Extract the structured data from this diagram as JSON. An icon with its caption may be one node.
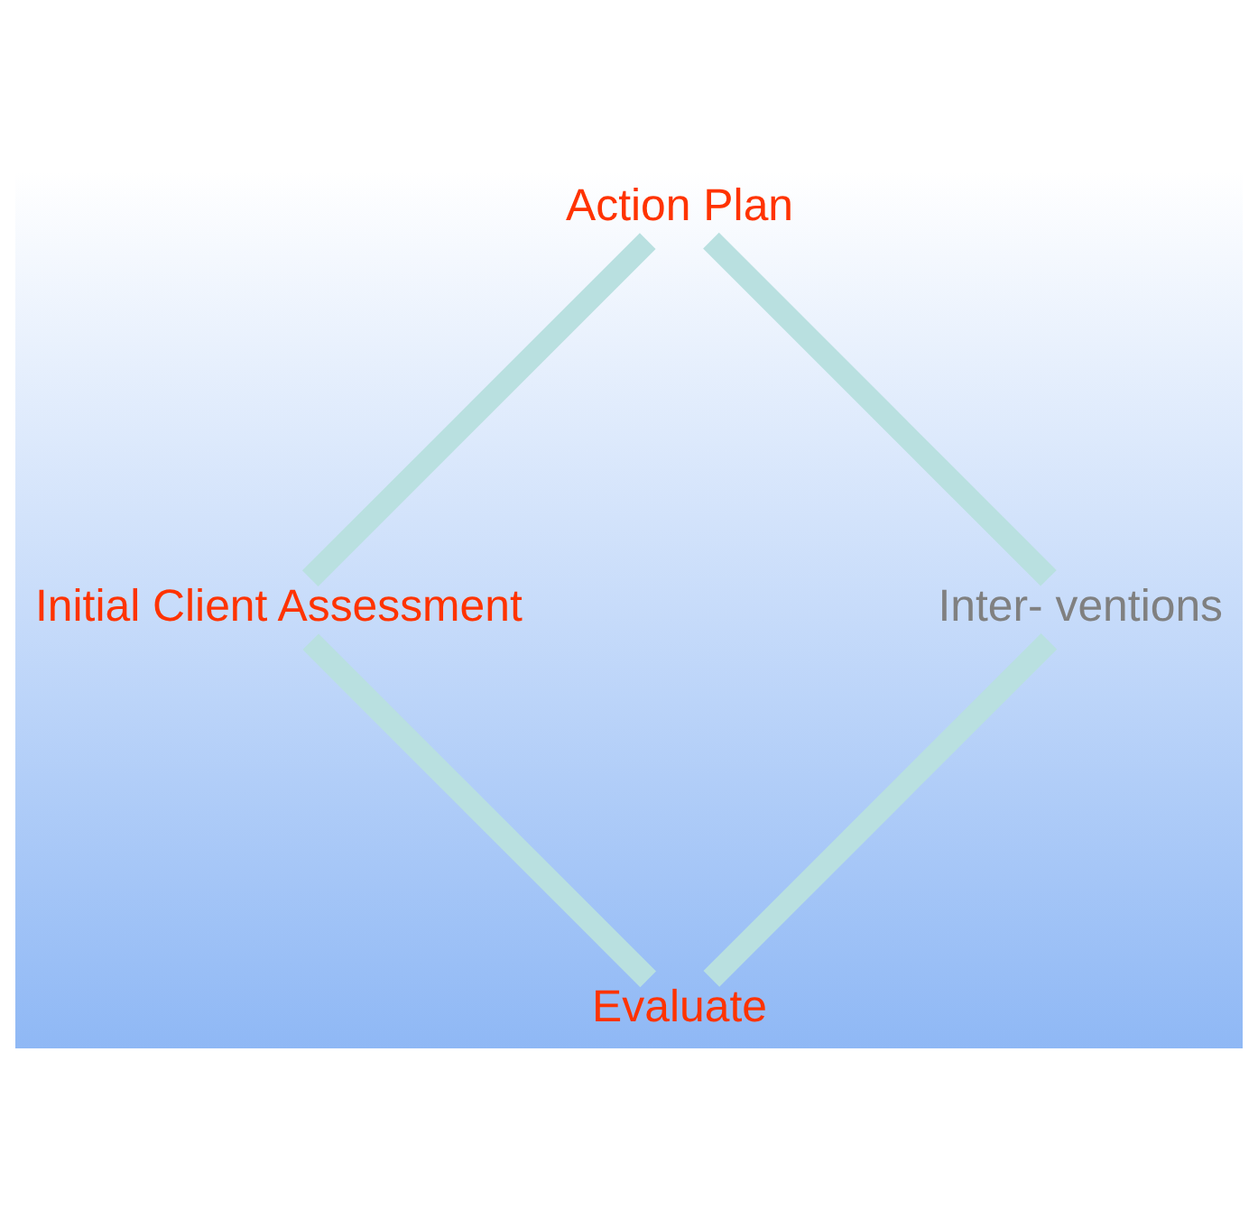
{
  "diagram": {
    "nodes": [
      {
        "text": [
          "Evaluate"
        ]
      },
      {
        "text": [
          "Initial Client Assessment"
        ]
      },
      {
        "text": [
          "Action Plan"
        ]
      },
      {
        "text": [
          "Inter- ventions"
        ]
      }
    ],
    "edges": [
      {
        "from": 0,
        "to": 1,
        "arrow": "none"
      },
      {
        "from": 1,
        "to": 2,
        "arrow": "none"
      },
      {
        "from": 2,
        "to": 3,
        "arrow": "none"
      },
      {
        "from": 3,
        "to": 0,
        "arrow": "none"
      }
    ]
  }
}
